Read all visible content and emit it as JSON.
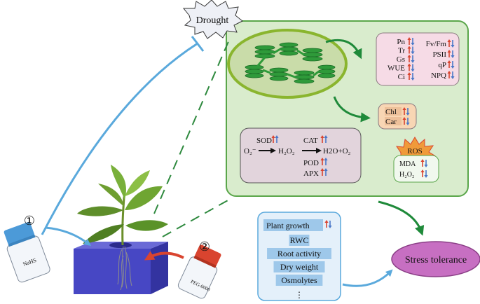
{
  "stress": {
    "label": "Drought"
  },
  "treatments": {
    "nahs": {
      "number": "①",
      "bottle_label": "NaHS"
    },
    "peg": {
      "number": "②",
      "bottle_label": "PEG-6000"
    }
  },
  "photosynthesis": {
    "left": [
      {
        "name": "Pn",
        "trend": "up-down"
      },
      {
        "name": "Tr",
        "trend": "up-down"
      },
      {
        "name": "Gs",
        "trend": "up-down"
      },
      {
        "name": "WUE",
        "trend": "up-down"
      },
      {
        "name": "Ci",
        "trend": "up-down"
      }
    ],
    "right": [
      {
        "name": "Fv/Fm",
        "trend": "up-down"
      },
      {
        "name": "PSII",
        "trend": "up-down"
      },
      {
        "name": "qP",
        "trend": "up-down"
      },
      {
        "name": "NPQ",
        "trend": "up-down"
      }
    ]
  },
  "pigments": [
    {
      "name": "Chl",
      "trend": "up-down"
    },
    {
      "name": "Car",
      "trend": "up-down"
    }
  ],
  "antioxidant": {
    "o2": "O₂⁻",
    "h2o2": "H₂O₂",
    "products": "H2O+O₂",
    "sod": "SOD",
    "cat": "CAT",
    "pod": "POD",
    "apx": "APX"
  },
  "oxidative": {
    "ros": "ROS",
    "mda": "MDA",
    "h2o2": "H₂O₂"
  },
  "growth": {
    "title": "Plant growth",
    "items": [
      "RWC",
      "Root activity",
      "Dry weight",
      "Osmolytes"
    ],
    "more": "⋮"
  },
  "outcome": {
    "label": "Stress tolerance"
  },
  "colors": {
    "green_panel": "#d9eccd",
    "green_border": "#5aa64a",
    "arrow_green": "#1f8a3a",
    "arrow_blue": "#5aa9dc",
    "arrow_red": "#d9442f",
    "pink_box": "#f6dbe6",
    "orange_box": "#f8d6b4",
    "mauve_box": "#e2d4dc",
    "growth_box": "#e4f0fa",
    "tolerance": "#c76fc2",
    "soil": "#4747c4"
  }
}
